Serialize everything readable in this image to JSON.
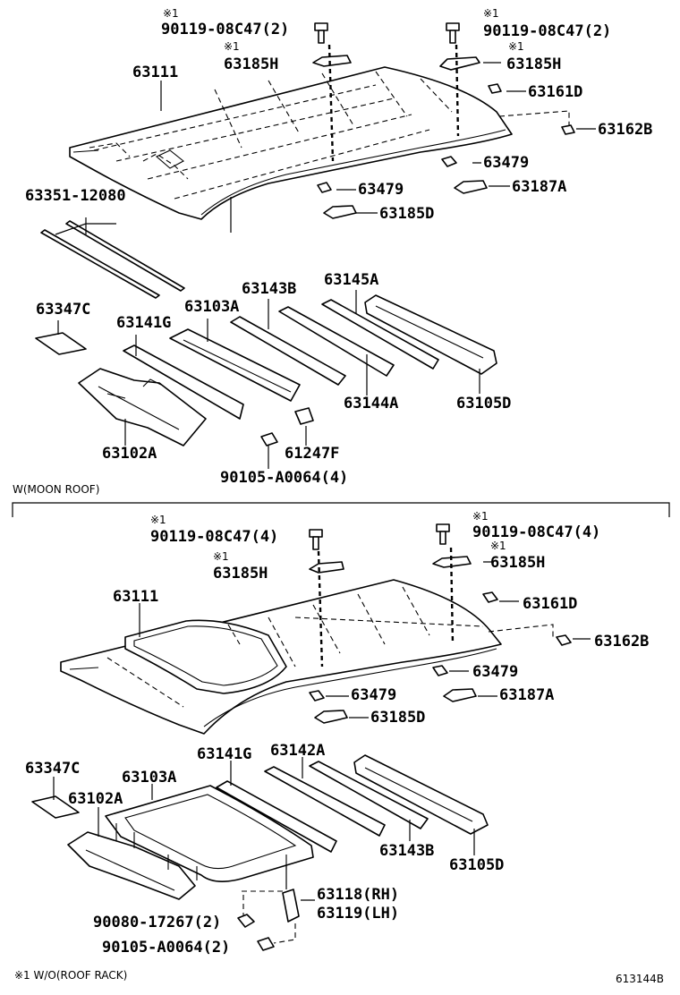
{
  "note_mark": "※1",
  "top": {
    "bolt_left": "90119-08C47(2)",
    "bolt_right": "90119-08C47(2)",
    "bracket_left": "63185H",
    "bracket_right": "63185H",
    "roof_panel": "63111",
    "clip_63161": "63161D",
    "clip_63162": "63162B",
    "clip_63479_right": "63479",
    "clip_63479_left": "63479",
    "bracket_63187": "63187A",
    "bracket_63185_low": "63185D",
    "drip_molding": "63351-12080",
    "pad": "63347C",
    "rail_63141": "63141G",
    "rail_63103": "63103A",
    "rail_63143": "63143B",
    "rail_63145": "63145A",
    "rail_63144": "63144A",
    "rail_63105": "63105D",
    "rail_63102": "63102A",
    "bracket_61247": "61247F",
    "screw": "90105-A0064(4)"
  },
  "section_title": "W(MOON ROOF)",
  "bottom": {
    "bolt_left": "90119-08C47(4)",
    "bolt_right": "90119-08C47(4)",
    "bracket_left": "63185H",
    "bracket_right": "63185H",
    "roof_panel": "63111",
    "clip_63161": "63161D",
    "clip_63162": "63162B",
    "clip_63479_right": "63479",
    "clip_63479_left": "63479",
    "bracket_63187": "63187A",
    "bracket_63185_low": "63185D",
    "pad": "63347C",
    "rail_63141": "63141G",
    "rail_63142": "63142A",
    "rail_63103": "63103A",
    "rail_63102": "63102A",
    "rail_63143": "63143B",
    "rail_63105": "63105D",
    "drain_rh": "63118(RH)",
    "drain_lh": "63119(LH)",
    "nut": "90080-17267(2)",
    "screw": "90105-A0064(2)"
  },
  "footnote": "※1 W/O(ROOF RACK)",
  "figure_id": "613144B"
}
